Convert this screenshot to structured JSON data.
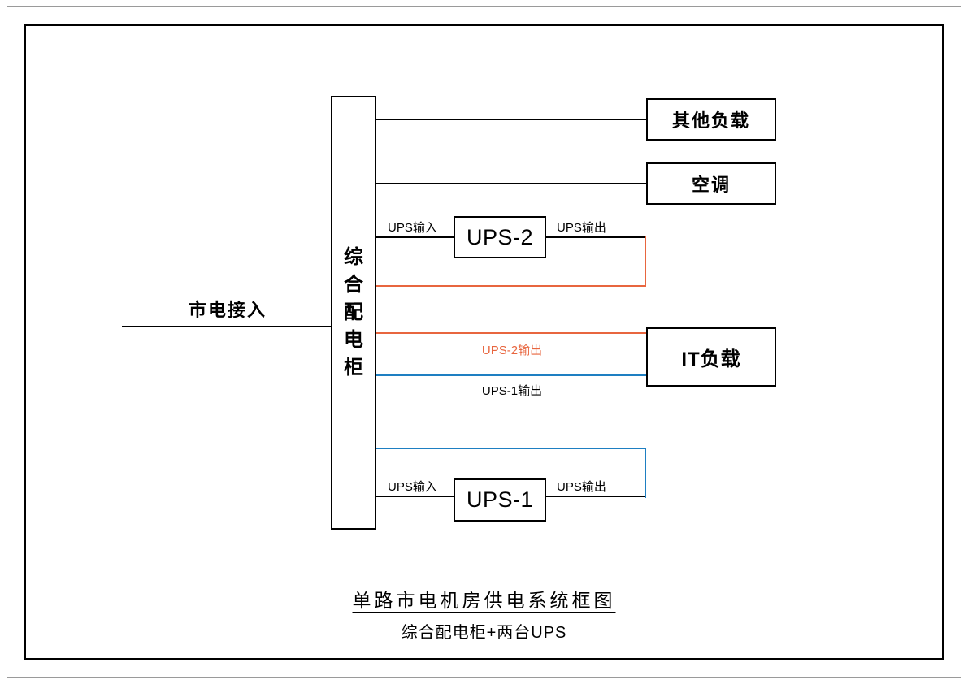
{
  "diagram": {
    "mains_label": "市电接入",
    "cabinet_label": "综合配电柜",
    "boxes": {
      "other_load": "其他负载",
      "ac": "空调",
      "ups2": "UPS-2",
      "ups1": "UPS-1",
      "it_load": "IT负载"
    },
    "labels": {
      "ups_input": "UPS输入",
      "ups_output": "UPS输出",
      "ups2_feed": "UPS-2输出",
      "ups1_feed": "UPS-1输出"
    },
    "colors": {
      "line_black": "#000000",
      "ups2_path_orange": "#e8663f",
      "ups1_path_blue": "#1e7fc2"
    }
  },
  "caption": {
    "line1": "单路市电机房供电系统框图",
    "line2": "综合配电柜+两台UPS"
  }
}
